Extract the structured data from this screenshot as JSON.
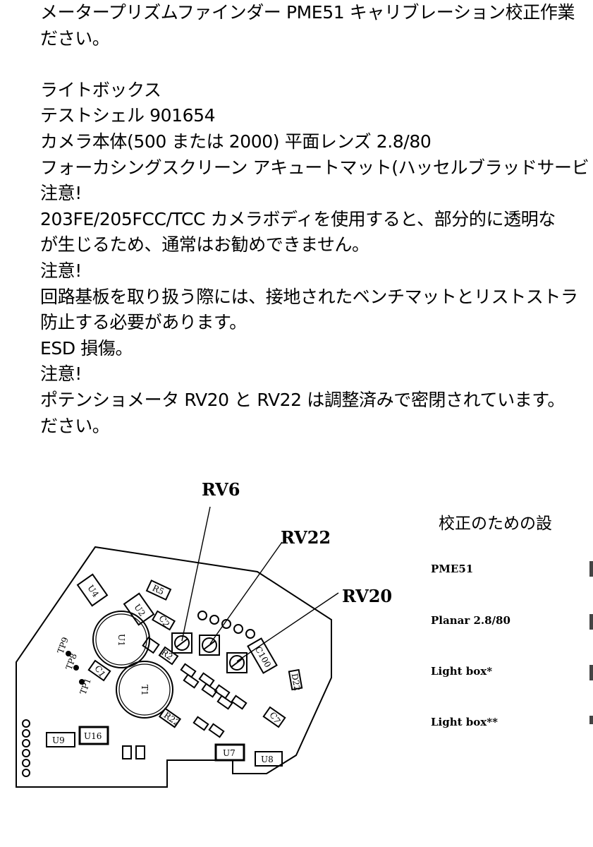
{
  "document": {
    "lines": [
      "メータープリズムファインダー PME51 キャリブレーション校正作業",
      "ださい。",
      "",
      "ライトボックス",
      "テストシェル 901654",
      "カメラ本体(500 または 2000) 平面レンズ 2.8/80",
      "フォーカシングスクリーン アキュートマット(ハッセルブラッドサービ",
      "注意!",
      "203FE/205FCC/TCC カメラボディを使用すると、部分的に透明な",
      "が生じるため、通常はお勧めできません。",
      "注意!",
      "回路基板を取り扱う際には、接地されたベンチマットとリストストラ",
      "防止する必要があります。",
      "ESD 損傷。",
      "注意!",
      "ポテンショメータ RV20 と RV22 は調整済みで密閉されています。",
      "ださい。"
    ]
  },
  "diagram": {
    "callouts": [
      "RV6",
      "RV22",
      "RV20"
    ],
    "components": [
      "U4",
      "R5",
      "U2",
      "C2",
      "U1",
      "TP9",
      "TP8",
      "TP1",
      "C1",
      "T1",
      "R2",
      "C100",
      "D22",
      "C7",
      "R22",
      "U9",
      "U16",
      "U7",
      "U8"
    ]
  },
  "setup_table": {
    "title": "校正のための設",
    "rows": [
      "PME51",
      "Planar 2.8/80",
      "Light box*",
      "Light box**"
    ]
  }
}
